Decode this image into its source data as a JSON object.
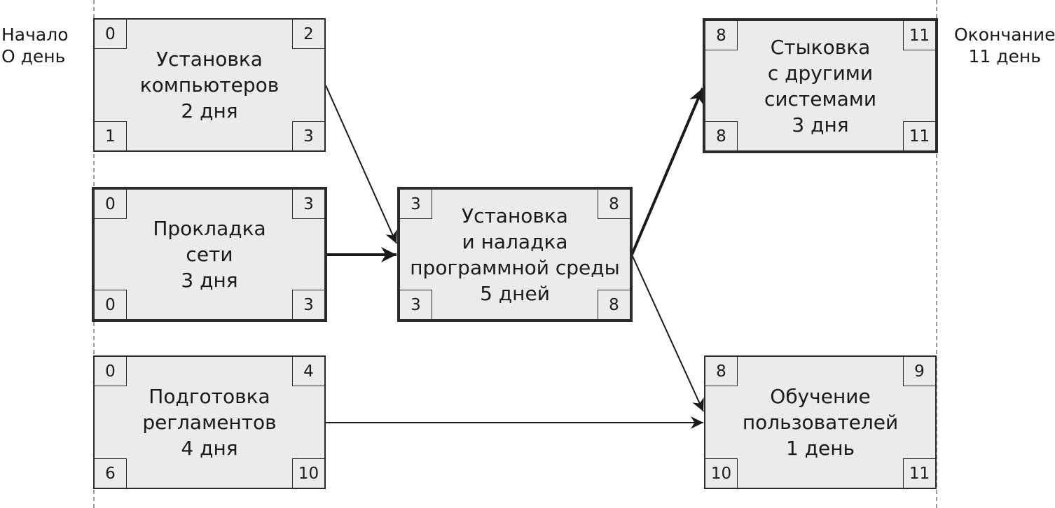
{
  "milestones": {
    "start": "Начало\nO день",
    "end": "Окончание\n11 день"
  },
  "tasks": [
    {
      "id": "install-computers",
      "title": "Установка\nкомпьютеров\n2 дня",
      "es": "0",
      "ef": "2",
      "ls": "1",
      "lf": "3",
      "critical": false
    },
    {
      "id": "network",
      "title": "Прокладка сети\n3 дня",
      "es": "0",
      "ef": "3",
      "ls": "0",
      "lf": "3",
      "critical": true
    },
    {
      "id": "regulations",
      "title": "Подготовка\nрегламентов\n4 дня",
      "es": "0",
      "ef": "4",
      "ls": "6",
      "lf": "10",
      "critical": false
    },
    {
      "id": "software",
      "title": "Установка\nи наладка\nпрограммной среды\n5 дней",
      "es": "3",
      "ef": "8",
      "ls": "3",
      "lf": "8",
      "critical": true
    },
    {
      "id": "integration",
      "title": "Стыковка\nс другими\nсистемами\n3 дня",
      "es": "8",
      "ef": "11",
      "ls": "8",
      "lf": "11",
      "critical": true
    },
    {
      "id": "training",
      "title": "Обучение\nпользователей\n1 день",
      "es": "8",
      "ef": "9",
      "ls": "10",
      "lf": "11",
      "critical": false
    }
  ],
  "dependencies": [
    {
      "from": "install-computers",
      "to": "software",
      "critical": false
    },
    {
      "from": "network",
      "to": "software",
      "critical": true
    },
    {
      "from": "software",
      "to": "integration",
      "critical": true
    },
    {
      "from": "software",
      "to": "training",
      "critical": false
    },
    {
      "from": "regulations",
      "to": "training",
      "critical": false
    }
  ]
}
